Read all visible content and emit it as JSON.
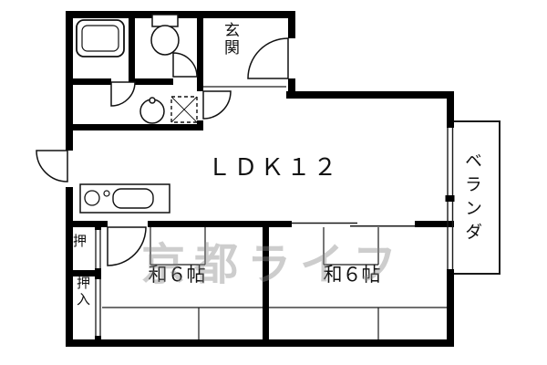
{
  "plan": {
    "type": "apartment-floorplan",
    "rooms": {
      "ldk": "ＬＤＫ１２",
      "genkan": "玄関",
      "veranda": "ベランダ",
      "tatami_left": "和６帖",
      "tatami_right": "和６帖",
      "closet_upper": "押",
      "closet_lower": "押入"
    },
    "watermark": "京都ライフ",
    "fixtures": [
      "bathtub",
      "toilet",
      "washbasin",
      "washing-machine-pan",
      "kitchen-counter",
      "kitchen-sink",
      "stove-burner"
    ],
    "doors": [
      "entrance-door",
      "exterior-left-door",
      "bathroom-door",
      "toilet-door",
      "washroom-door",
      "tatami-left-door",
      "sliding-door-tatami-right",
      "closet-fusuma-upper",
      "closet-fusuma-lower"
    ],
    "windows": [
      "veranda-sliding-window"
    ],
    "colors": {
      "wall": "#000000",
      "background": "#ffffff",
      "line": "#1a1a1a",
      "watermark": "#878787"
    }
  }
}
